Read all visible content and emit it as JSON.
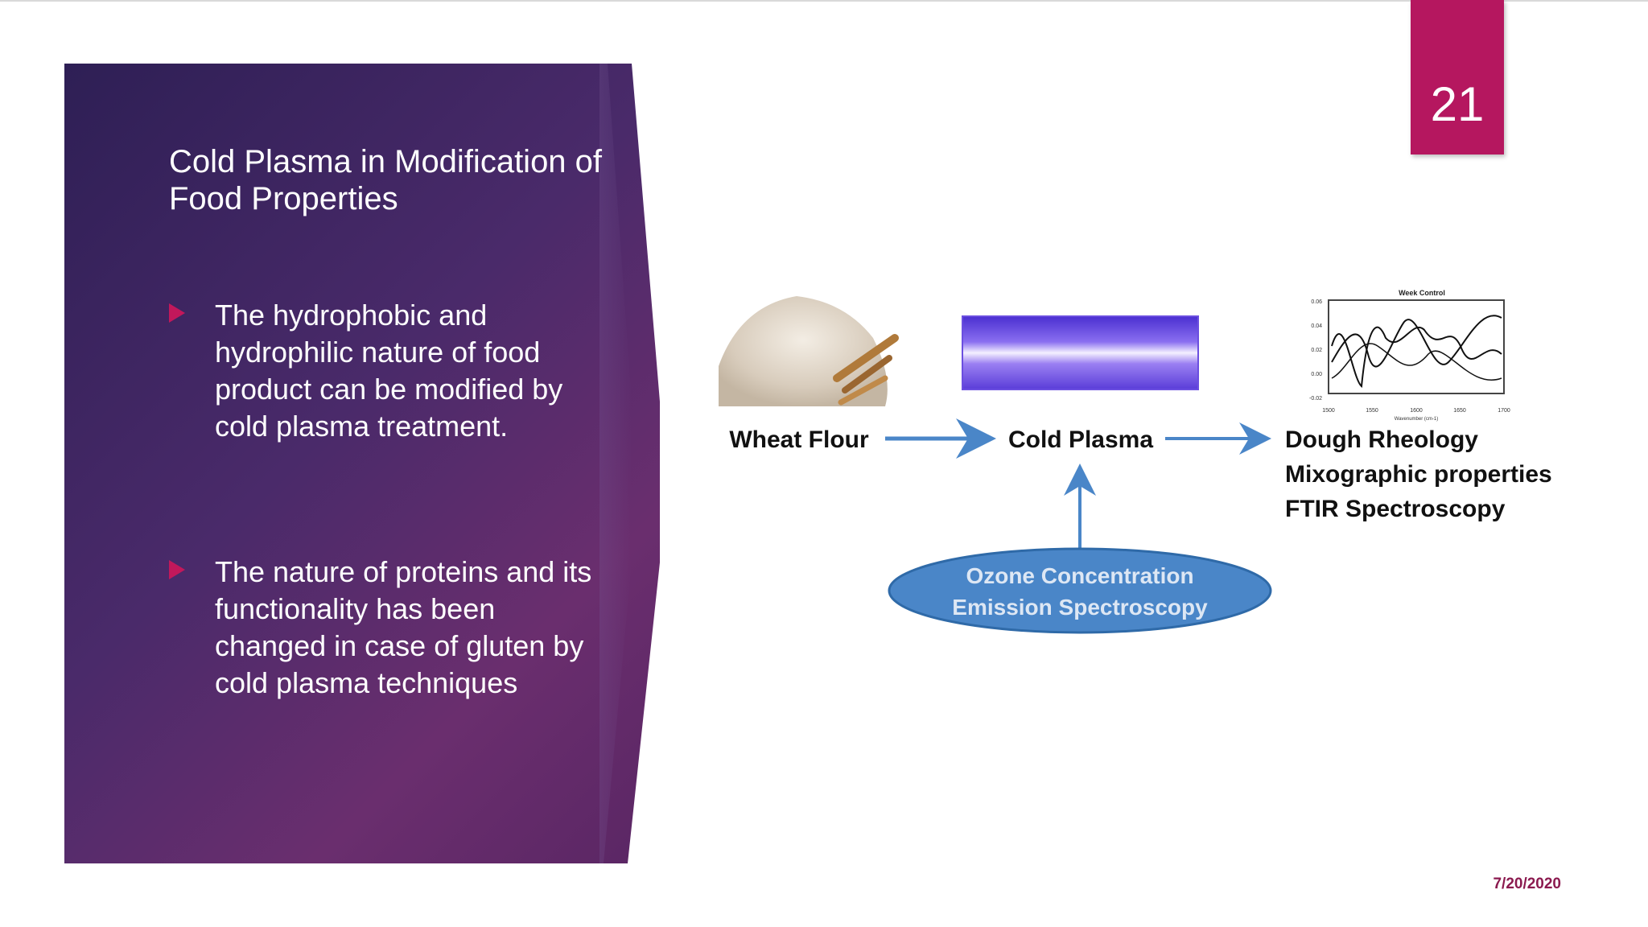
{
  "slide_number": "21",
  "title": "Cold Plasma in Modification of Food Properties",
  "bullets": [
    "The hydrophobic and hydrophilic nature of food product can be modified by cold plasma treatment.",
    "The nature of proteins and its functionality has been changed in case of gluten by cold plasma techniques"
  ],
  "diagram": {
    "wheat_flour_label": "Wheat Flour",
    "cold_plasma_label": "Cold Plasma",
    "outputs": [
      "Dough Rheology",
      "Mixographic properties",
      "FTIR Spectroscopy"
    ],
    "ellipse_lines": [
      "Ozone Concentration",
      "Emission Spectroscopy"
    ],
    "chart_title": "Week Control",
    "chart_yticks": [
      "0.06",
      "0.04",
      "0.02",
      "0.00",
      "-0.02"
    ],
    "chart_xticks": [
      "1500",
      "1550",
      "1600",
      "1650",
      "1700"
    ],
    "chart_xlabel": "Wavenumber (cm-1)"
  },
  "date": "7/20/2020",
  "colors": {
    "accent": "#b5175f",
    "arrow": "#4a86c8",
    "ellipse_fill": "#4a86c8",
    "ellipse_text": "#dde7f4",
    "panel_dark": "#2e1f55",
    "panel_light": "#6a2e6e"
  }
}
